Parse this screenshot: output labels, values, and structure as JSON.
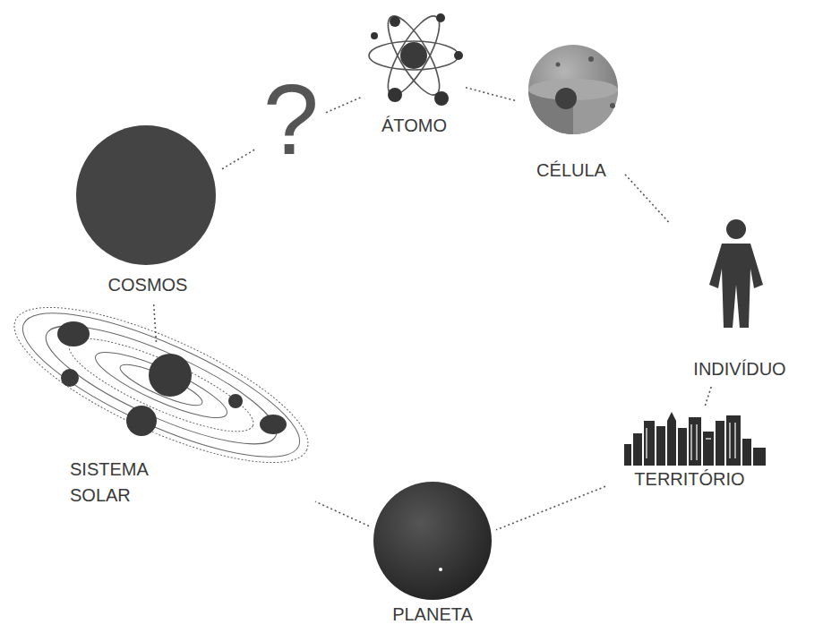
{
  "diagram": {
    "nodes": [
      {
        "text": [
          "ÁTOMO"
        ]
      },
      {
        "text": [
          "CÉLULA"
        ]
      },
      {
        "text": [
          "INDIVÍDUO"
        ]
      },
      {
        "text": [
          "TERRITÓRIO"
        ]
      },
      {
        "text": [
          "PLANETA"
        ]
      },
      {
        "text": [
          "SISTEMA SOLAR"
        ]
      },
      {
        "text": [
          "COSMOS"
        ]
      },
      {
        "text": [
          "?"
        ]
      }
    ],
    "edges": [
      {
        "from": 7,
        "to": 0,
        "arrow": "none"
      },
      {
        "from": 0,
        "to": 1,
        "arrow": "none"
      },
      {
        "from": 1,
        "to": 2,
        "arrow": "none"
      },
      {
        "from": 2,
        "to": 3,
        "arrow": "none"
      },
      {
        "from": 3,
        "to": 4,
        "arrow": "none"
      },
      {
        "from": 4,
        "to": 5,
        "arrow": "none"
      },
      {
        "from": 5,
        "to": 6,
        "arrow": "none"
      },
      {
        "from": 6,
        "to": 7,
        "arrow": "none"
      }
    ]
  }
}
